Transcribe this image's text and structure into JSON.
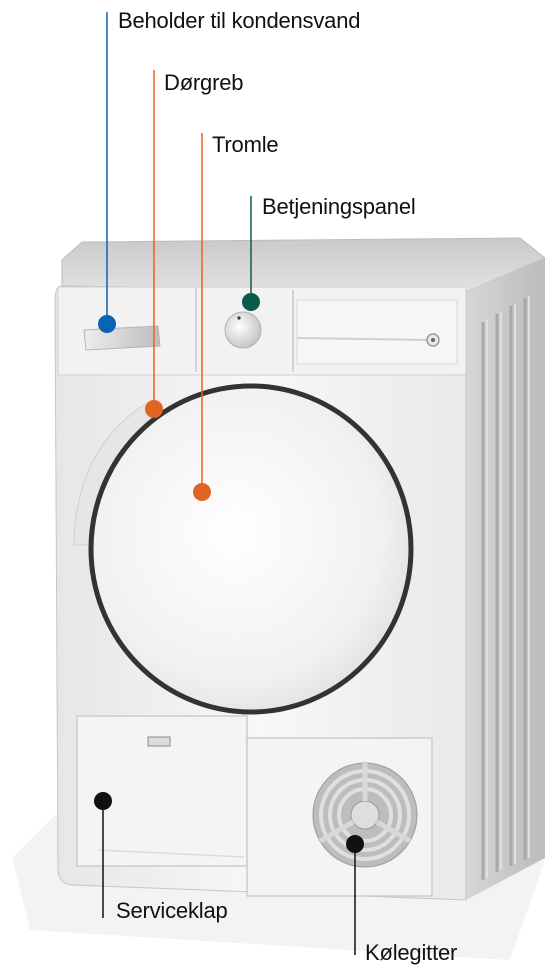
{
  "labels": {
    "container": "Beholder til kondensvand",
    "door_handle": "Dørgreb",
    "drum": "Tromle",
    "control_panel": "Betjeningspanel",
    "service_hatch": "Serviceklap",
    "cooling_grille": "Kølegitter"
  },
  "colors": {
    "container": "#0b63b5",
    "door_handle": "#e06524",
    "drum": "#e06524",
    "control_panel": "#0e5a4a",
    "service_hatch": "#111111",
    "cooling_grille": "#111111"
  }
}
